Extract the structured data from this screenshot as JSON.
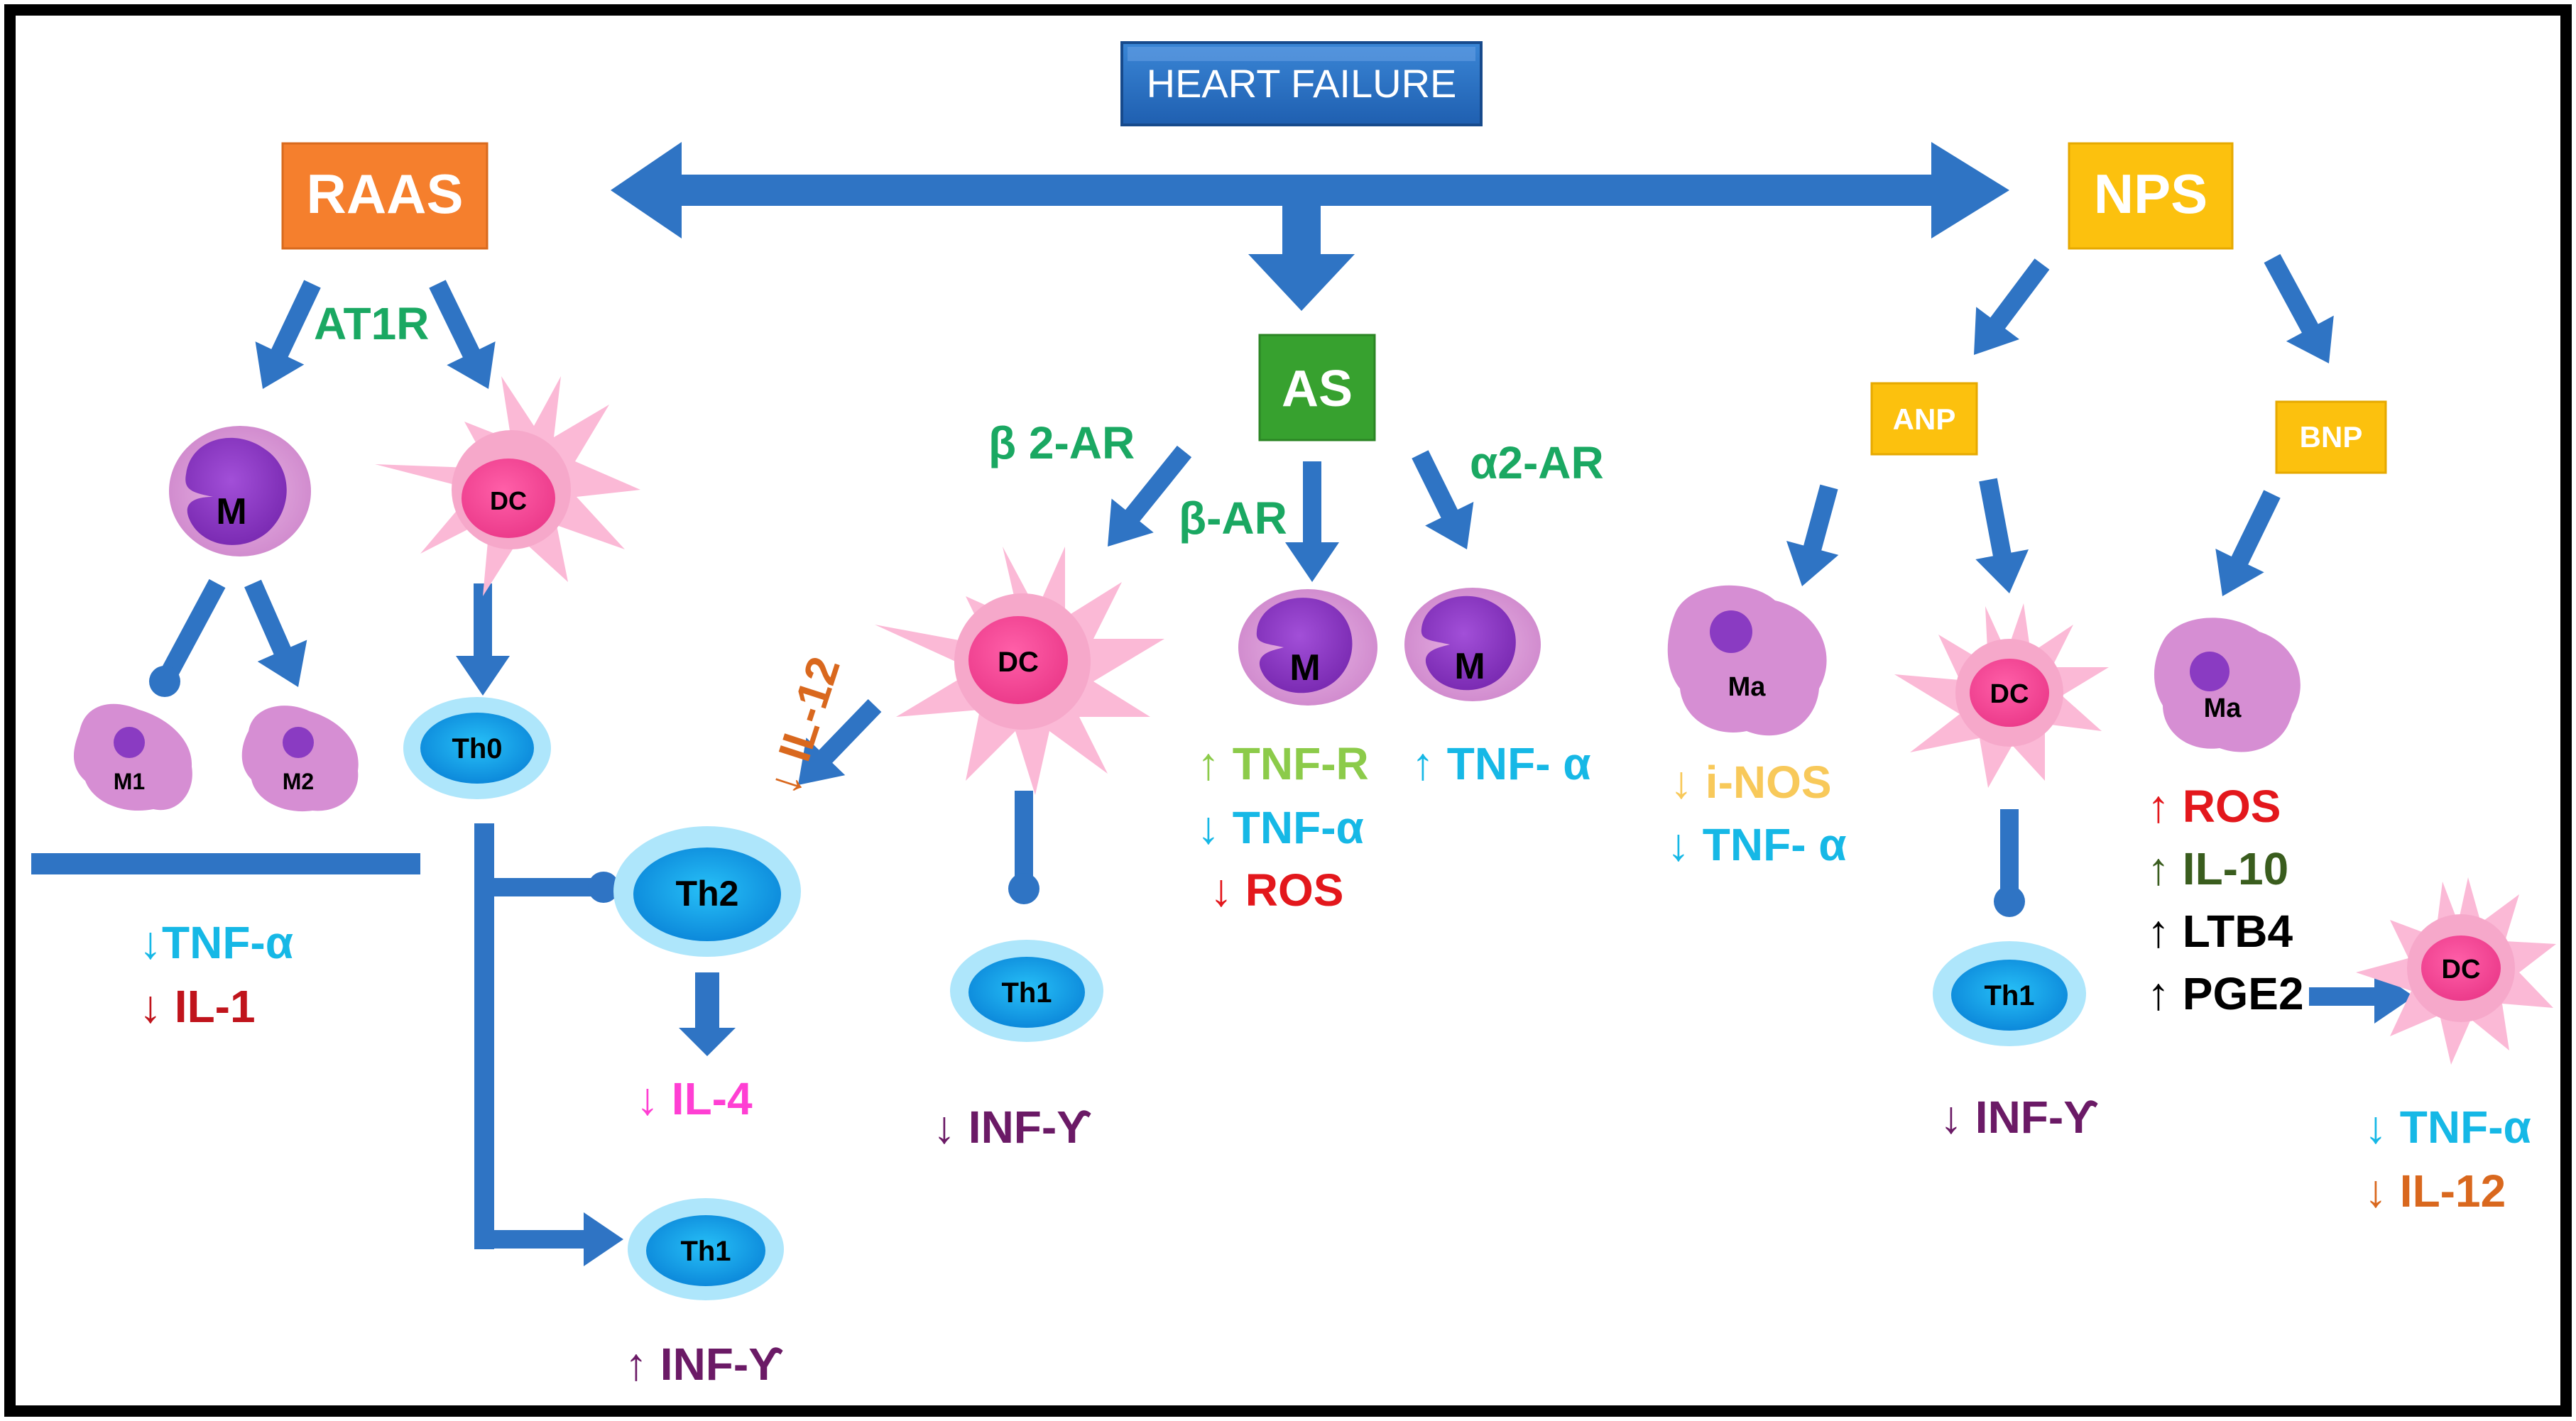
{
  "header": {
    "title": "HEART FAILURE"
  },
  "systems": {
    "raas": "RAAS",
    "as": "AS",
    "nps": "NPS",
    "anp": "ANP",
    "bnp": "BNP"
  },
  "receptors": {
    "at1r": "AT1R",
    "b2ar": "β 2-AR",
    "bar": "β-AR",
    "a2ar": "α2-AR"
  },
  "cells": {
    "m": "M",
    "m1": "M1",
    "m2": "M2",
    "dc": "DC",
    "th0": "Th0",
    "th1": "Th1",
    "th2": "Th2",
    "ma": "Ma"
  },
  "effects": {
    "raas_tnfa": "↓TNF-α",
    "raas_il1": "↓ IL-1",
    "il12_to_th2": "↓ IL-12",
    "il4": "↓ IL-4",
    "th1_inf_up": "↑ INF-ϒ",
    "as_dc_inf_down": "↓ INF-ϒ",
    "as_b_tnfr": "↑ TNF-R",
    "as_b_tnfa": "↓ TNF-α",
    "as_b_ros": "↓ ROS",
    "as_a2_tnfa": "↑ TNF- α",
    "anp_inos": "↓ i-NOS",
    "anp_tnfa": "↓ TNF- α",
    "anp_inf_down": "↓ INF-ϒ",
    "bnp_ros": "↑ ROS",
    "bnp_il10": "↑ IL-10",
    "bnp_ltb4": "↑ LTB4",
    "bnp_pge2": "↑ PGE2",
    "bnp_dc_tnfa": "↓ TNF-α",
    "bnp_dc_il12": "↓ IL-12"
  },
  "colors": {
    "arrow": "#2f74c4",
    "raas": "#f57f2d",
    "as": "#37a12f",
    "nps": "#fcc10e",
    "receptor_text": "#1aa862",
    "cyan": "#16b8e6",
    "red": "#e3171c",
    "dark_red": "#c0141c",
    "orange": "#d9681e",
    "magenta": "#ff3fd3",
    "purple": "#6b1a66",
    "light_green": "#8ccb4a",
    "gold": "#f8c95a",
    "dark_green": "#3a5d1e"
  }
}
